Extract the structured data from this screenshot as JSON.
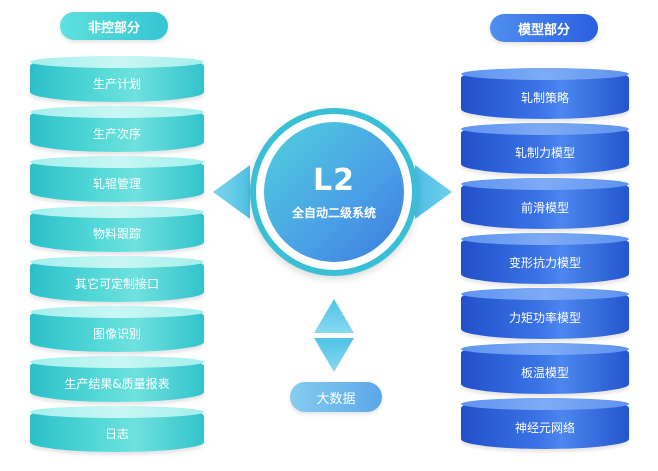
{
  "left_panel": {
    "title": "非控部分",
    "items": [
      "生产计划",
      "生产次序",
      "轧辊管理",
      "物料跟踪",
      "其它可定制接口",
      "图像识别",
      "生产结果&质量报表",
      "日志"
    ]
  },
  "right_panel": {
    "title": "模型部分",
    "items": [
      "轧制策略",
      "轧制力模型",
      "前滑模型",
      "变形抗力模型",
      "力矩功率模型",
      "板温模型",
      "神经元网络"
    ]
  },
  "center": {
    "title": "L2",
    "subtitle": "全自动二级系统"
  },
  "bottom": {
    "label": "大数据"
  },
  "colors": {
    "left_accent": "#39c7d2",
    "right_accent": "#2f66dd",
    "center_ring": "#39c0d6"
  }
}
